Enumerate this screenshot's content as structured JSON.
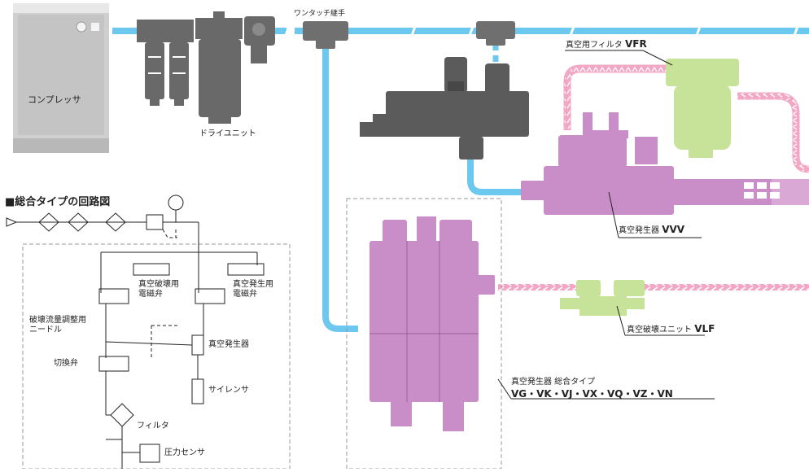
{
  "labels": {
    "compressor": "コンプレッサ",
    "dry_unit": "ドライユニット",
    "one_touch": "ワンタッチ継手",
    "vfr_prefix": "真空用フィルタ",
    "vfr_model": "VFR",
    "vvv_prefix": "真空発生器",
    "vvv_model": "VVV",
    "vlf_prefix": "真空破壊ユニット",
    "vlf_model": "VLF",
    "total_line1": "真空発生器 総合タイプ",
    "total_models": "VG・VK・VJ・VX・VQ・VZ・VN"
  },
  "circuit": {
    "title": "■総合タイプの回路図",
    "break_solenoid_1": "真空破壊用",
    "break_solenoid_2": "電磁弁",
    "gen_solenoid_1": "真空発生用",
    "gen_solenoid_2": "電磁弁",
    "needle_1": "破壊流量調整用",
    "needle_2": "ニードル",
    "vac_generator": "真空発生器",
    "switch_valve": "切換弁",
    "silencer": "サイレンサ",
    "filter": "フィルタ",
    "pressure_sensor": "圧力センサ"
  },
  "colors": {
    "air_line": "#6cc8ee",
    "vacuum_line": "#f08cb4",
    "vacuum_generator": "#c98ec8",
    "filter_green": "#c7e39a",
    "machine_gray": "#666666",
    "compressor_gray": "#cccccc"
  }
}
